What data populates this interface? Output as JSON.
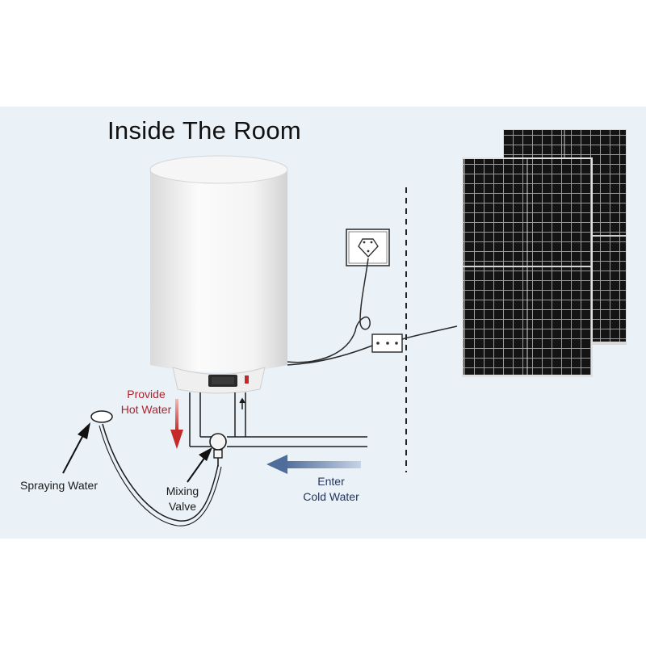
{
  "title": "Inside The Room",
  "labels": {
    "hot_water": [
      "Provide",
      "Hot Water"
    ],
    "spraying_water": "Spraying Water",
    "mixing_valve": [
      "Mixing",
      "Valve"
    ],
    "cold_water": [
      "Enter",
      "Cold Water"
    ]
  },
  "colors": {
    "background_band": "#eaf2f8",
    "hot_water_arrow": "#c42a2a",
    "cold_water_arrow": "#5f7da8",
    "solar_panel": "#141414"
  }
}
